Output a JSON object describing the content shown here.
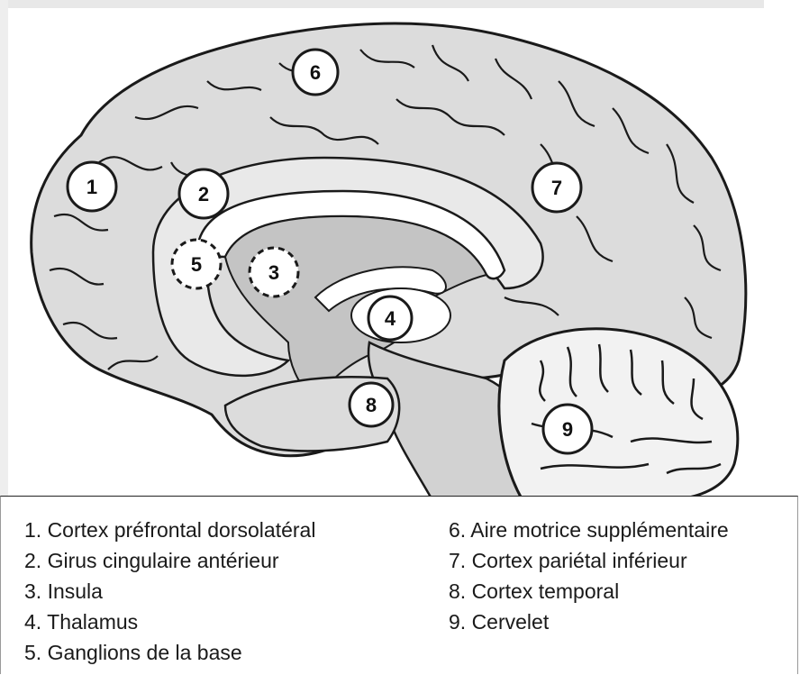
{
  "diagram": {
    "markers": [
      {
        "id": "1",
        "label": "1",
        "style": "solid"
      },
      {
        "id": "2",
        "label": "2",
        "style": "solid"
      },
      {
        "id": "3",
        "label": "3",
        "style": "dashed"
      },
      {
        "id": "4",
        "label": "4",
        "style": "solid"
      },
      {
        "id": "5",
        "label": "5",
        "style": "dashed"
      },
      {
        "id": "6",
        "label": "6",
        "style": "solid"
      },
      {
        "id": "7",
        "label": "7",
        "style": "solid"
      },
      {
        "id": "8",
        "label": "8",
        "style": "solid"
      },
      {
        "id": "9",
        "label": "9",
        "style": "solid"
      }
    ]
  },
  "legend": {
    "left": [
      "1. Cortex préfrontal dorsolatéral",
      "2. Girus cingulaire antérieur",
      "3. Insula",
      "4. Thalamus",
      "5. Ganglions de la base"
    ],
    "right": [
      "6. Aire motrice supplémentaire",
      "7. Cortex pariétal inférieur",
      "8. Cortex temporal",
      "9. Cervelet"
    ]
  },
  "colors": {
    "outline": "#1a1a1a",
    "cortex_fill": "#dcdcdc",
    "inner_fill": "#c4c4c4",
    "white": "#ffffff",
    "frame": "#e6e6e6"
  }
}
